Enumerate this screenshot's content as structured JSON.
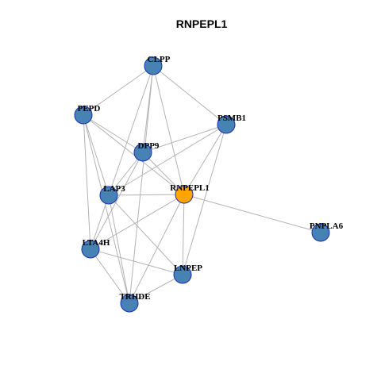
{
  "title": "RNPEPL1",
  "colors": {
    "node_default": "#4682b4",
    "node_focus": "#ffa500",
    "node_border": "#1a2fb0",
    "edge": "#b3b3b3"
  },
  "nodes": [
    {
      "id": "CLPP",
      "label": "CLPP",
      "focus": false
    },
    {
      "id": "PEPD",
      "label": "PEPD",
      "focus": false
    },
    {
      "id": "PSMB1",
      "label": "PSMB1",
      "focus": false
    },
    {
      "id": "DPP9",
      "label": "DPP9",
      "focus": false
    },
    {
      "id": "RNPEPL1",
      "label": "RNPEPL1",
      "focus": true
    },
    {
      "id": "LAP3",
      "label": "LAP3",
      "focus": false
    },
    {
      "id": "PNPLA6",
      "label": "PNPLA6",
      "focus": false
    },
    {
      "id": "LTA4H",
      "label": "LTA4H",
      "focus": false
    },
    {
      "id": "LNPEP",
      "label": "LNPEP",
      "focus": false
    },
    {
      "id": "TRHDE",
      "label": "TRHDE",
      "focus": false
    }
  ],
  "edges": [
    [
      "CLPP",
      "PEPD"
    ],
    [
      "CLPP",
      "PSMB1"
    ],
    [
      "CLPP",
      "DPP9"
    ],
    [
      "CLPP",
      "LAP3"
    ],
    [
      "CLPP",
      "RNPEPL1"
    ],
    [
      "CLPP",
      "TRHDE"
    ],
    [
      "PEPD",
      "DPP9"
    ],
    [
      "PEPD",
      "RNPEPL1"
    ],
    [
      "PEPD",
      "LAP3"
    ],
    [
      "PEPD",
      "LTA4H"
    ],
    [
      "PEPD",
      "TRHDE"
    ],
    [
      "PSMB1",
      "DPP9"
    ],
    [
      "PSMB1",
      "RNPEPL1"
    ],
    [
      "PSMB1",
      "LNPEP"
    ],
    [
      "PSMB1",
      "LAP3"
    ],
    [
      "DPP9",
      "RNPEPL1"
    ],
    [
      "DPP9",
      "LAP3"
    ],
    [
      "DPP9",
      "LTA4H"
    ],
    [
      "RNPEPL1",
      "LAP3"
    ],
    [
      "RNPEPL1",
      "LTA4H"
    ],
    [
      "RNPEPL1",
      "PNPLA6"
    ],
    [
      "RNPEPL1",
      "LNPEP"
    ],
    [
      "RNPEPL1",
      "TRHDE"
    ],
    [
      "LAP3",
      "LTA4H"
    ],
    [
      "LAP3",
      "LNPEP"
    ],
    [
      "LAP3",
      "TRHDE"
    ],
    [
      "LTA4H",
      "LNPEP"
    ],
    [
      "LTA4H",
      "TRHDE"
    ],
    [
      "LNPEP",
      "TRHDE"
    ]
  ]
}
